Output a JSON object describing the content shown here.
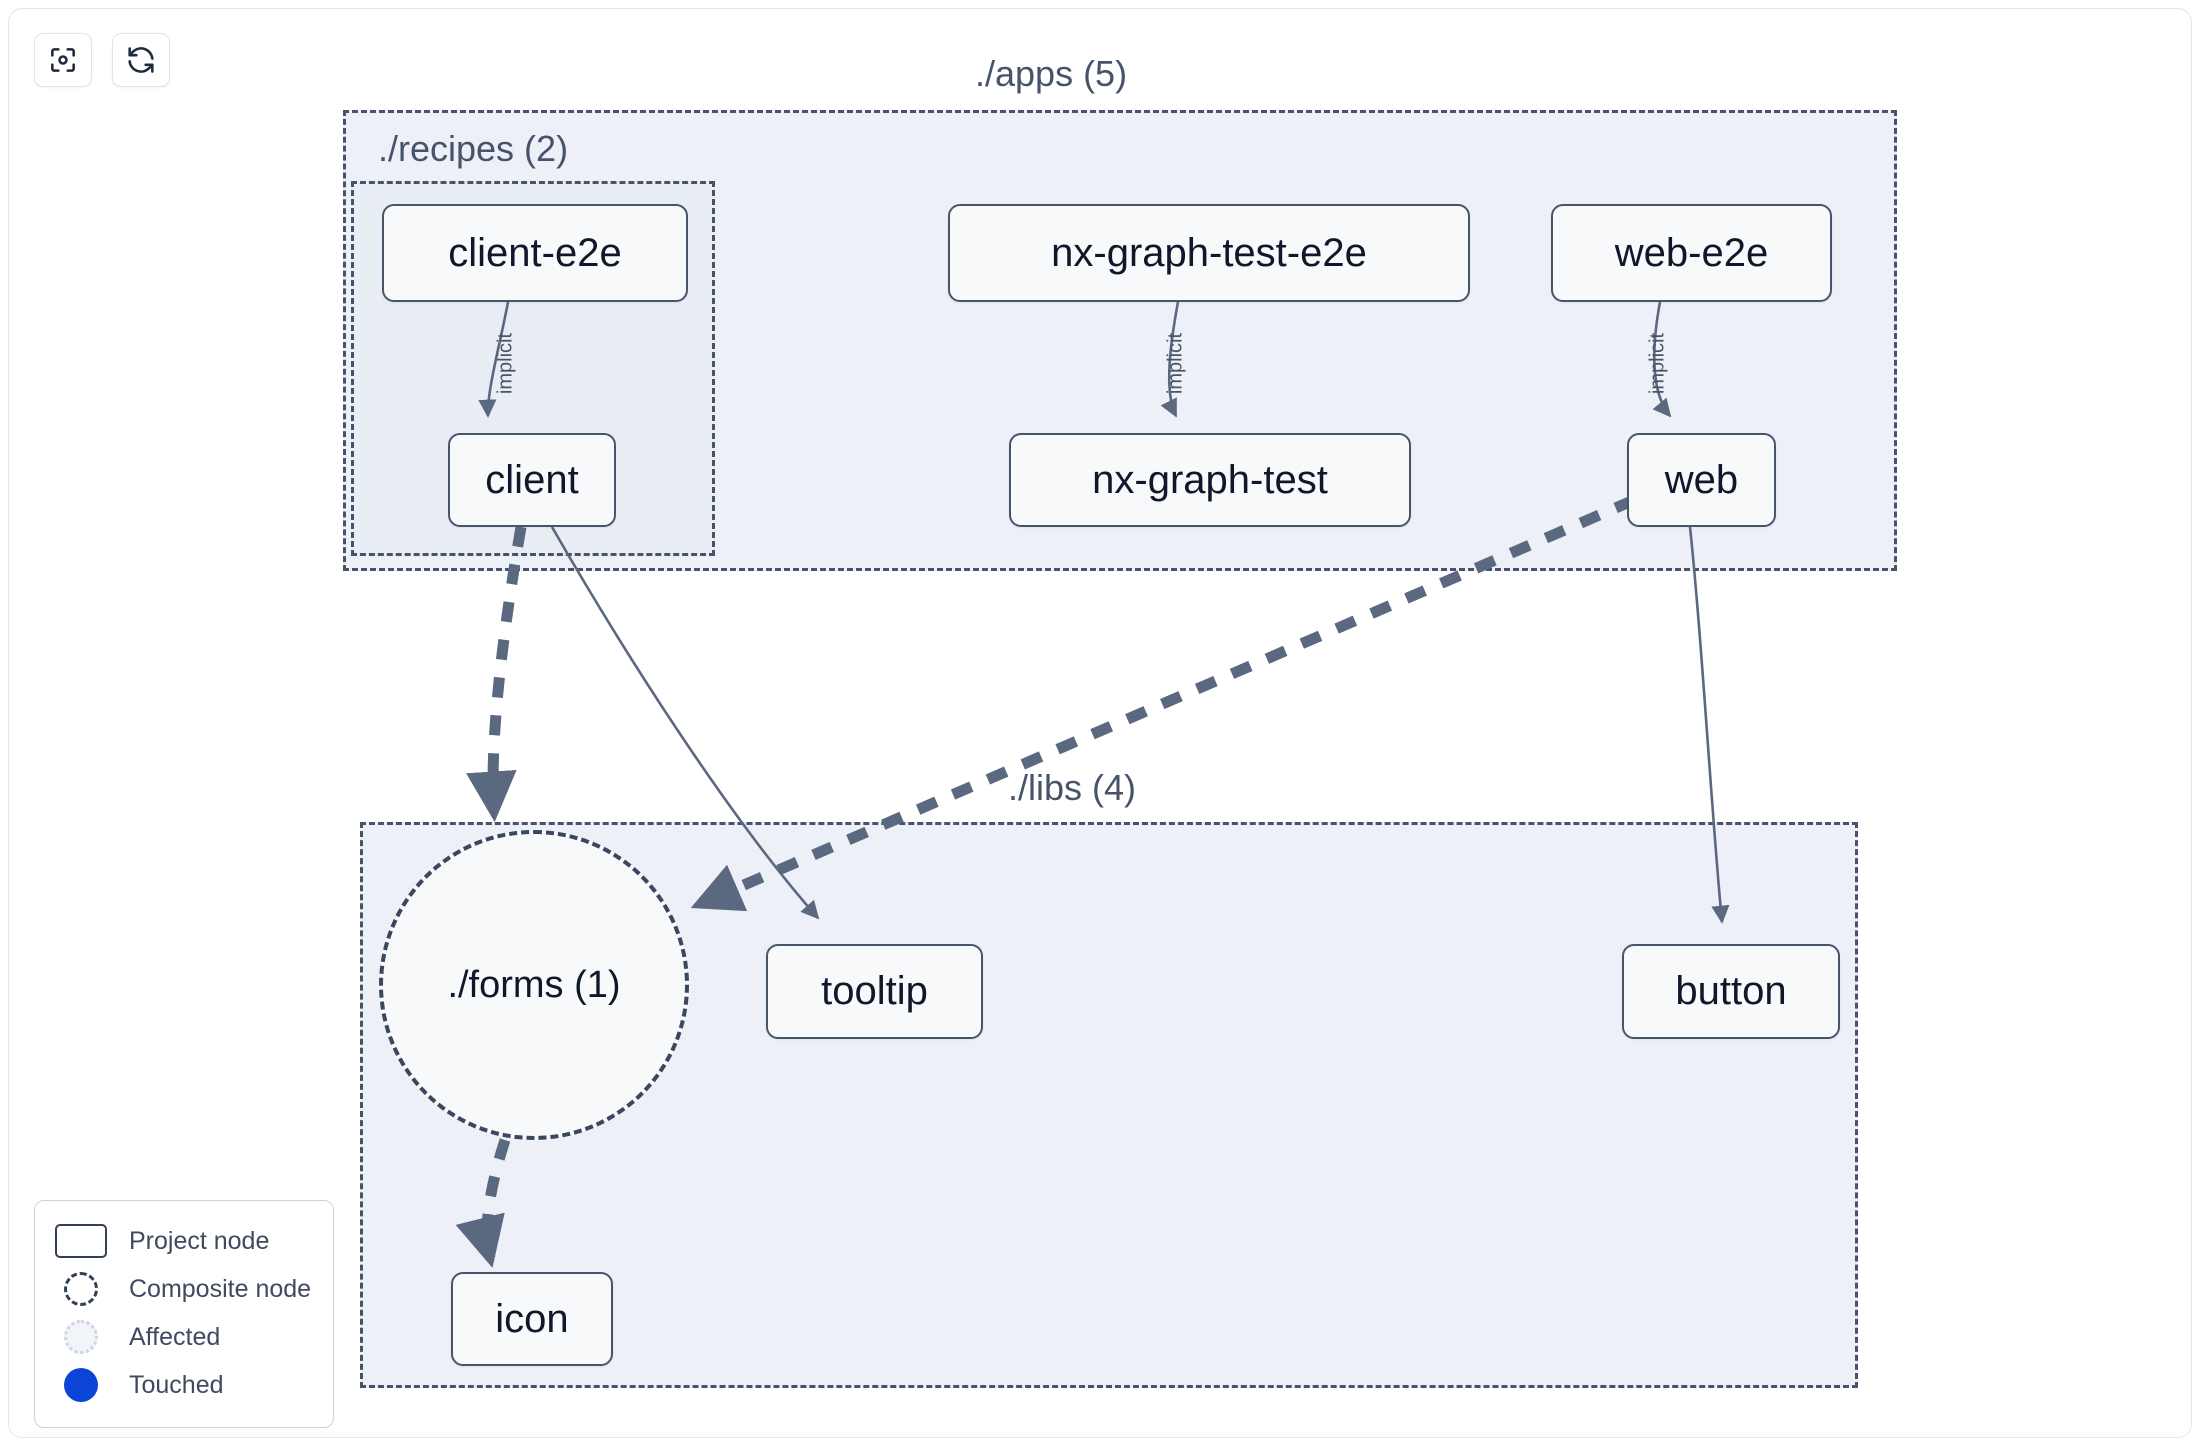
{
  "toolbar": {
    "buttons": [
      {
        "name": "focus-graph-button",
        "icon": "focus-target-icon",
        "title": "Focus graph"
      },
      {
        "name": "refresh-graph-button",
        "icon": "refresh-icon",
        "title": "Refresh graph"
      }
    ]
  },
  "graph": {
    "groups": [
      {
        "id": "apps",
        "label": "./apps (5)",
        "count": 5
      },
      {
        "id": "recipes",
        "label": "./recipes (2)",
        "count": 2
      },
      {
        "id": "libs",
        "label": "./libs (4)",
        "count": 4
      }
    ],
    "nodes": [
      {
        "id": "client-e2e",
        "label": "client-e2e",
        "type": "project",
        "group": "recipes"
      },
      {
        "id": "nx-graph-test-e2e",
        "label": "nx-graph-test-e2e",
        "type": "project",
        "group": "apps"
      },
      {
        "id": "web-e2e",
        "label": "web-e2e",
        "type": "project",
        "group": "apps"
      },
      {
        "id": "client",
        "label": "client",
        "type": "project",
        "group": "recipes"
      },
      {
        "id": "nx-graph-test",
        "label": "nx-graph-test",
        "type": "project",
        "group": "apps"
      },
      {
        "id": "web",
        "label": "web",
        "type": "project",
        "group": "apps"
      },
      {
        "id": "forms",
        "label": "./forms (1)",
        "type": "composite",
        "group": "libs"
      },
      {
        "id": "tooltip",
        "label": "tooltip",
        "type": "project",
        "group": "libs"
      },
      {
        "id": "button",
        "label": "button",
        "type": "project",
        "group": "libs"
      },
      {
        "id": "icon",
        "label": "icon",
        "type": "project",
        "group": "libs"
      }
    ],
    "edges": [
      {
        "from": "client-e2e",
        "to": "client",
        "label": "implicit",
        "style": "thin"
      },
      {
        "from": "nx-graph-test-e2e",
        "to": "nx-graph-test",
        "label": "implicit",
        "style": "thin"
      },
      {
        "from": "web-e2e",
        "to": "web",
        "label": "implicit",
        "style": "thin"
      },
      {
        "from": "client",
        "to": "forms",
        "label": "",
        "style": "thick-dashed"
      },
      {
        "from": "client",
        "to": "tooltip",
        "label": "",
        "style": "thin"
      },
      {
        "from": "web",
        "to": "forms",
        "label": "",
        "style": "thick-dashed"
      },
      {
        "from": "web",
        "to": "button",
        "label": "",
        "style": "thin"
      },
      {
        "from": "forms",
        "to": "icon",
        "label": "",
        "style": "thick-dashed"
      }
    ]
  },
  "legend": {
    "items": [
      {
        "id": "project-node",
        "label": "Project node",
        "swatch": "rectangle-outline"
      },
      {
        "id": "composite-node",
        "label": "Composite node",
        "swatch": "dashed-circle"
      },
      {
        "id": "affected",
        "label": "Affected",
        "swatch": "dotted-circle"
      },
      {
        "id": "touched",
        "label": "Touched",
        "swatch": "filled-circle"
      }
    ]
  },
  "colors": {
    "edge": "#5a6880",
    "node_border": "#475569",
    "node_fill": "#f7f9fb",
    "node_text": "#0f172a",
    "group_fill": "#edf1f7",
    "group_border": "#47536b",
    "group_label": "#47536b",
    "touched": "#0b45d8",
    "canvas": "#ffffff"
  }
}
